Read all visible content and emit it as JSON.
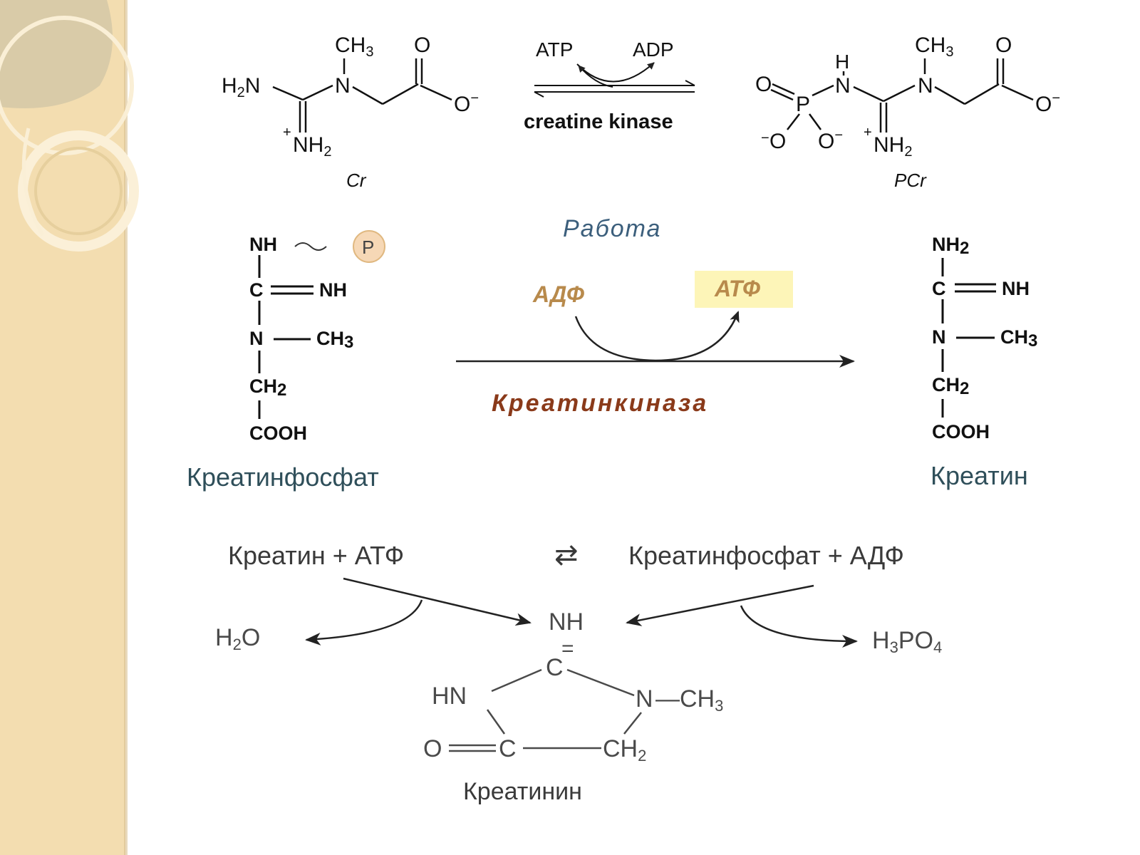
{
  "reaction1": {
    "cr": {
      "ch3": "CH",
      "ch3_sub": "3",
      "o_top": "O",
      "h2n": "H",
      "h2n_sub": "2",
      "h2n_n": "N",
      "n": "N",
      "o_minus": "O",
      "o_sup": "−",
      "plus": "+",
      "nh2": "NH",
      "nh2_sub": "2",
      "caption": "Cr"
    },
    "atp": "ATP",
    "adp": "ADP",
    "enzyme": "creatine kinase",
    "pcr": {
      "o_left": "O",
      "p": "P",
      "h": "H",
      "n1": "N",
      "ch3": "CH",
      "ch3_sub": "3",
      "o_top": "O",
      "n2": "N",
      "o_minus": "O",
      "o_sup": "−",
      "o1": "O",
      "o1_sup": "−",
      "o2": "O",
      "o2_sup": "−",
      "plus": "+",
      "nh2": "NH",
      "nh2_sub": "2",
      "caption": "PCr"
    }
  },
  "reaction2": {
    "work": "Работа",
    "adf": "АДФ",
    "atf": "АТФ",
    "enzyme": "Креатинкиназа",
    "left": {
      "nh": "NH",
      "p": "P",
      "c": "C",
      "nh_side": "NH",
      "n": "N",
      "ch3": "CH",
      "ch3_sub": "3",
      "ch2": "CH",
      "ch2_sub": "2",
      "cooh": "COOH",
      "caption": "Креатинфосфат"
    },
    "right": {
      "nh2": "NH",
      "nh2_sub": "2",
      "c": "C",
      "nh_side": "NH",
      "n": "N",
      "ch3": "CH",
      "ch3_sub": "3",
      "ch2": "CH",
      "ch2_sub": "2",
      "cooh": "COOH",
      "caption": "Креатин"
    }
  },
  "reaction3": {
    "left_eq": "Креатин + АТФ",
    "eq_arrow": "⇄",
    "right_eq": "Креатинфосфат + АДФ",
    "h2o": "H",
    "h2o_sub": "2",
    "h2o_o": "O",
    "h3po4": "H",
    "h3po4_sub": "3",
    "h3po4_po": "PO",
    "h3po4_sub2": "4",
    "ring": {
      "nh": "NH",
      "eq": "=",
      "c_top": "C",
      "hn": "HN",
      "n": "N",
      "ch3": "—CH",
      "ch3_sub": "3",
      "o": "O",
      "c": "C",
      "ch2": "CH",
      "ch2_sub": "2"
    },
    "caption": "Креатинин"
  },
  "colors": {
    "sidebar": "#f3ddb0",
    "work_text": "#3c5f7c",
    "adf_text": "#b88a4c",
    "atf_text": "#b88a4c",
    "atf_highlight": "#fdf5b8",
    "enzyme_ru": "#8a3a1a",
    "p_circle": "#f6d8b6"
  }
}
